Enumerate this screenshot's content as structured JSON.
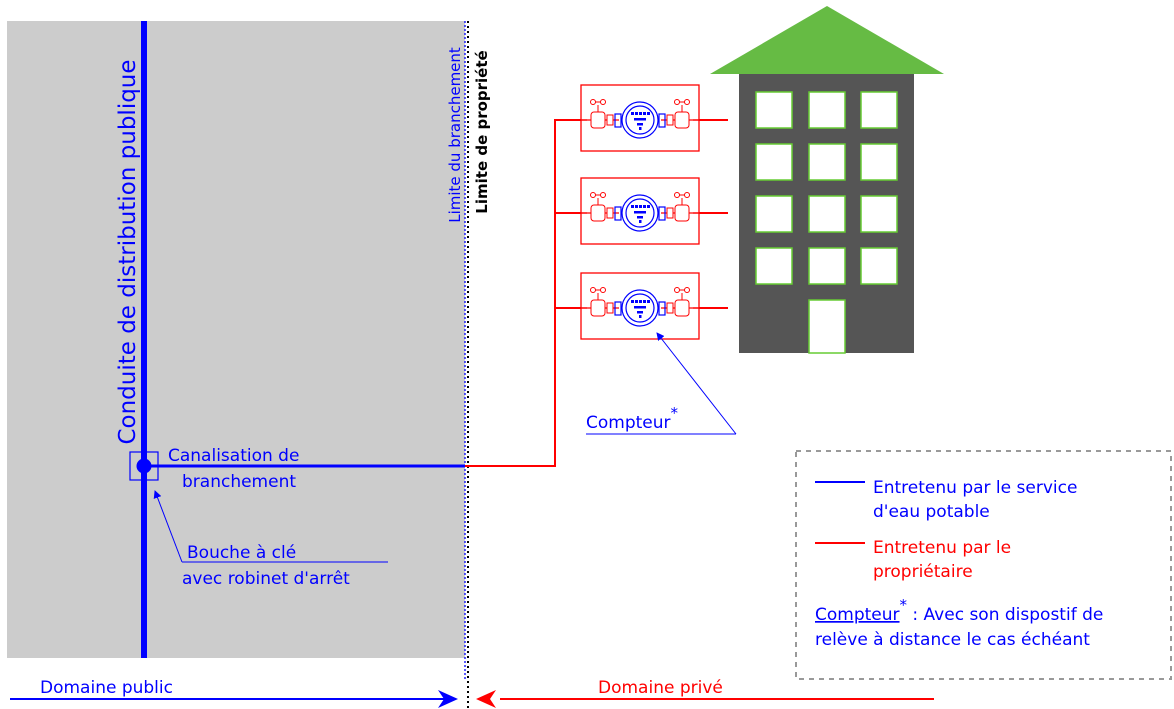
{
  "labels": {
    "main_pipe": "Conduite de distribution publique",
    "service_limit": "Limite du branchement",
    "property_limit": "Limite de propriété",
    "branch_pipe_line1": "Canalisation de",
    "branch_pipe_line2": "branchement",
    "valve_line1": "Bouche à clé",
    "valve_line2": "avec robinet d'arrêt",
    "meter": "Compteur",
    "asterisk": "*",
    "public_domain": "Domaine public",
    "private_domain": "Domaine privé"
  },
  "legend": {
    "blue_line1": "Entretenu par le service",
    "blue_line2": "d'eau potable",
    "red_line1": "Entretenu par le",
    "red_line2": "propriétaire",
    "meter_term": "Compteur",
    "meter_asterisk": "*",
    "meter_desc_line1": " : Avec son dispostif de",
    "meter_desc_line2": "relève à distance le cas échéant"
  },
  "colors": {
    "public_blue": "#0000ff",
    "private_red": "#ff0000",
    "public_area": "#cccccc",
    "roof": "#66bb44",
    "building": "#555555",
    "window_border": "#66cc33"
  }
}
